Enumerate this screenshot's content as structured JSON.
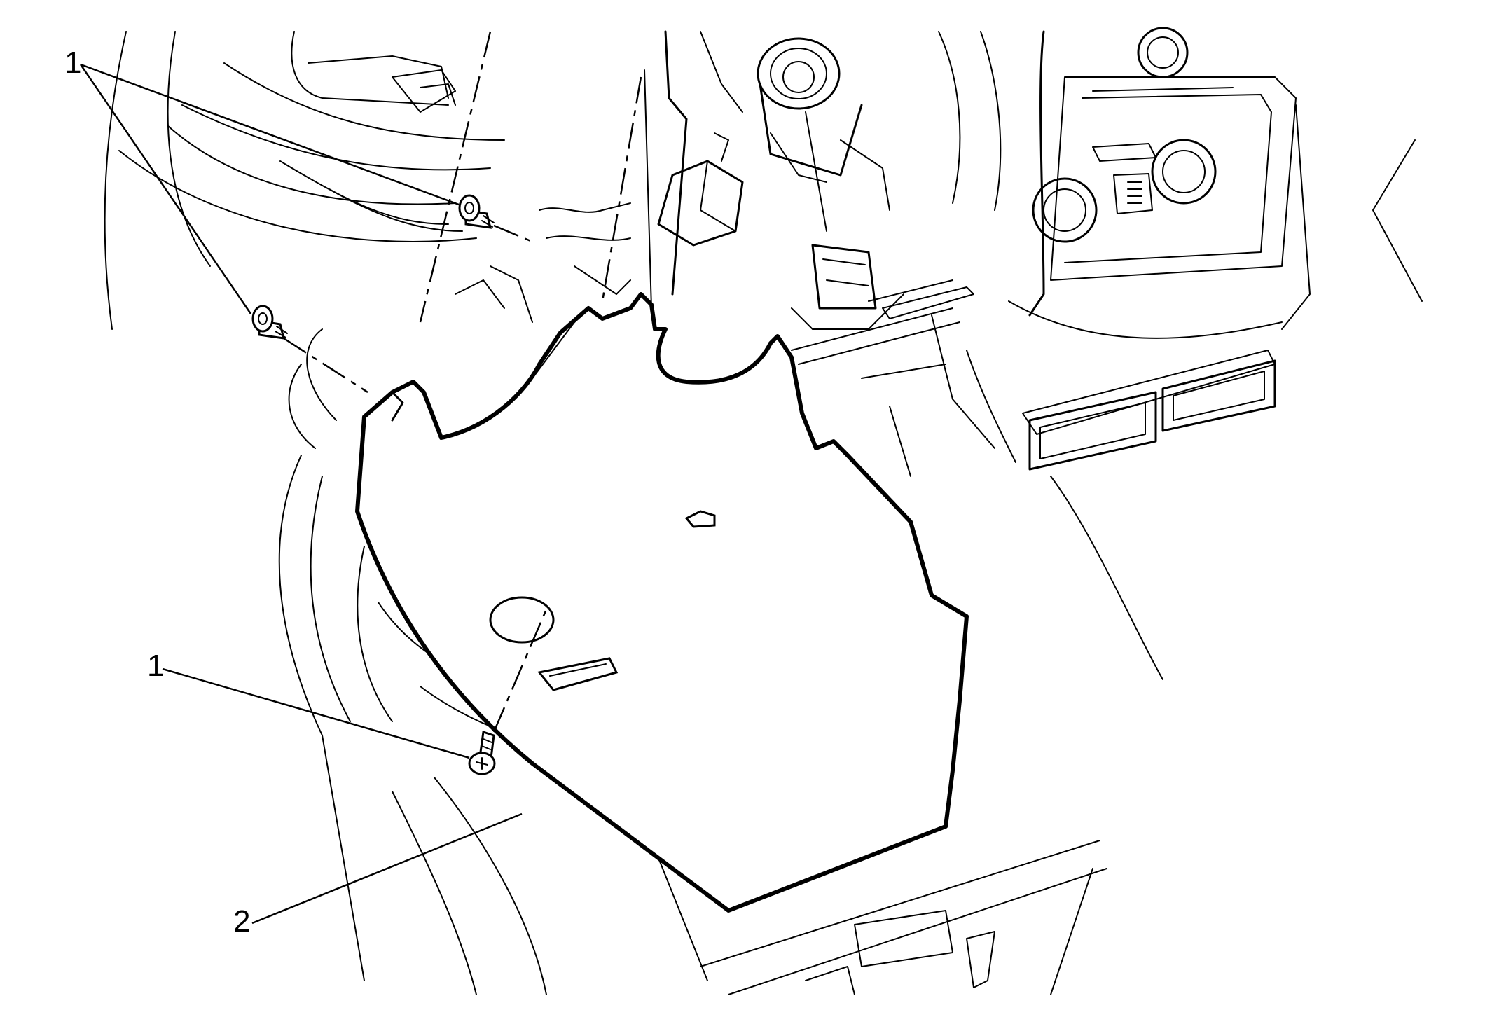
{
  "callouts": [
    {
      "id": "fastener-top",
      "label": "1"
    },
    {
      "id": "fastener-bottom",
      "label": "1"
    },
    {
      "id": "insulator-panel",
      "label": "2"
    }
  ],
  "colors": {
    "line": "#000000",
    "background": "#ffffff"
  }
}
